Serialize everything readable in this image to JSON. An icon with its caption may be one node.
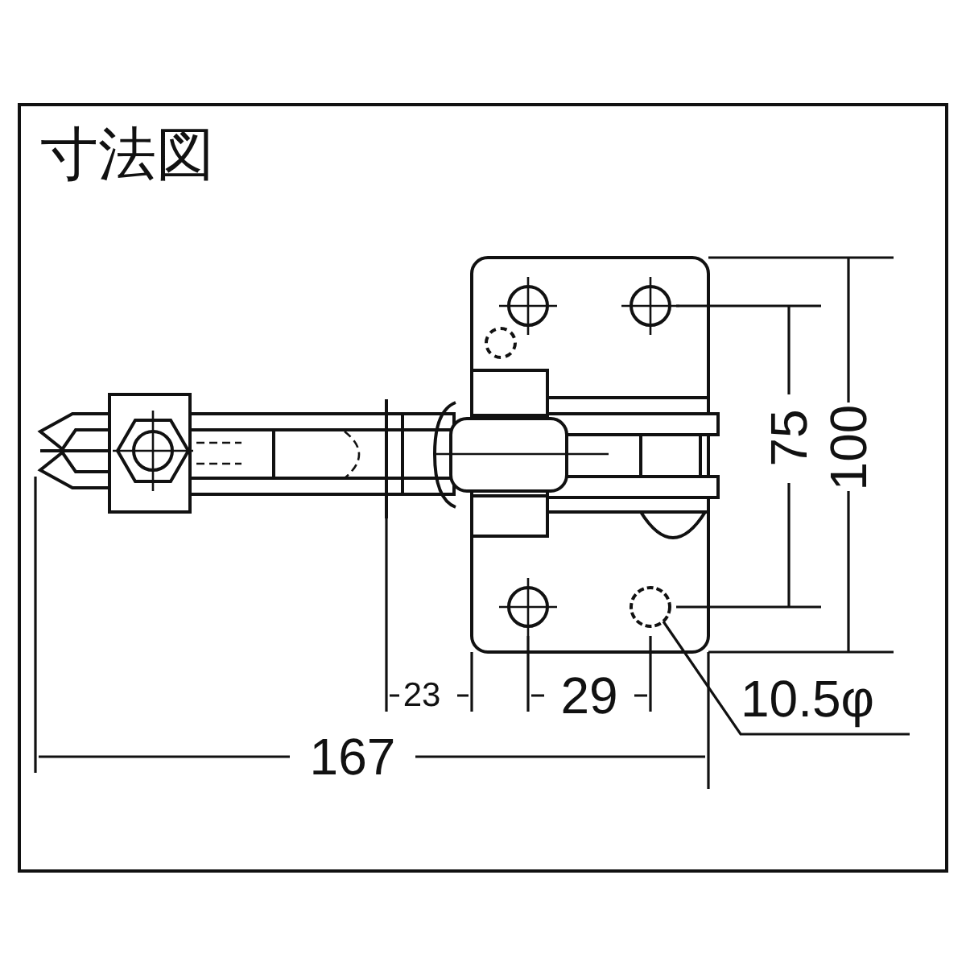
{
  "diagram": {
    "title": "寸法図",
    "nodes": [
      {
        "text": [
          "10.5φ"
        ]
      },
      {
        "text": [],
        "shape": "circle"
      }
    ],
    "edges": [
      {
        "from": 0,
        "to": 1,
        "arrow": "none"
      }
    ],
    "labels": [
      "75",
      "100",
      "23",
      "29",
      "167"
    ]
  }
}
